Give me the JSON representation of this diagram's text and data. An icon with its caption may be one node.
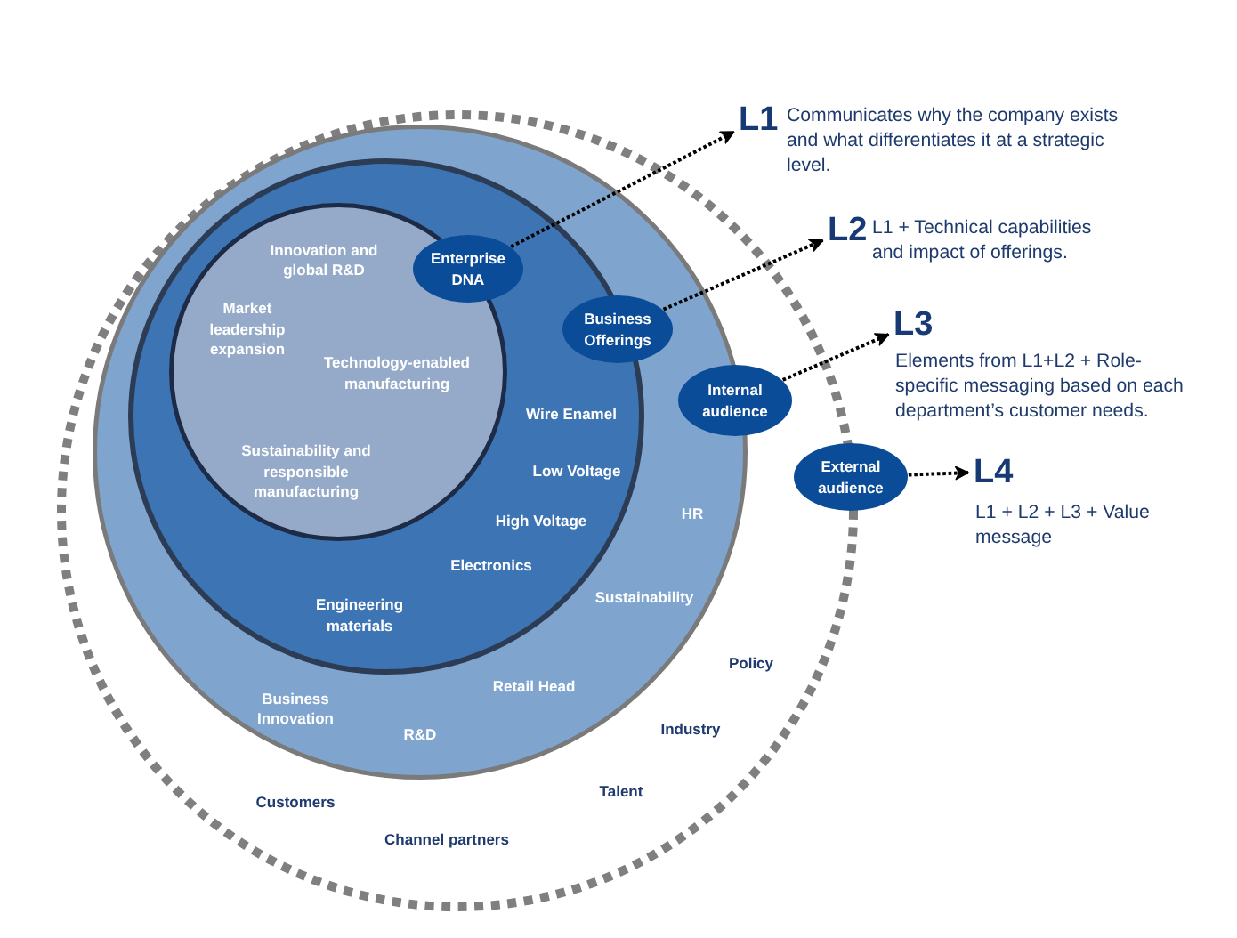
{
  "diagram": {
    "nodes": [
      {
        "text": [
          "Policy",
          "Industry",
          "Talent",
          "Customers",
          "Channel partners"
        ]
      },
      {
        "text": [
          "HR",
          "Sustainability",
          "Retail Head",
          "Business Innovation",
          "R&D"
        ],
        "in": 0
      },
      {
        "text": [
          "Wire Enamel",
          "Low Voltage",
          "High Voltage",
          "Electronics",
          "Engineering materials"
        ],
        "in": 1
      },
      {
        "text": [
          "Innovation and global R&D",
          "Market leadership expansion",
          "Technology-enabled manufacturing",
          "Sustainability and responsible manufacturing"
        ],
        "in": 2
      },
      {
        "text": [
          "Enterprise DNA"
        ],
        "in": 2
      },
      {
        "text": [
          "Business Offerings"
        ],
        "in": 1
      },
      {
        "text": [
          "Internal audience"
        ],
        "in": 0
      },
      {
        "text": [
          "External audience"
        ]
      },
      {
        "text": [
          "L1"
        ],
        "beside": [
          "Communicates why the company exists and what differentiates it at a strategic level."
        ]
      },
      {
        "text": [
          "L2"
        ],
        "beside": [
          "L1 + Technical capabilities and impact of offerings."
        ]
      },
      {
        "text": [
          "L3"
        ],
        "beside": [
          "Elements from L1+L2 + Role-specific messaging based on each department’s customer needs."
        ]
      },
      {
        "text": [
          "L4"
        ],
        "beside": [
          "L1 + L2 + L3 + Value message"
        ]
      }
    ],
    "edges": [
      {
        "from": 4,
        "to": 8,
        "arrow": "to",
        "style": "dashed"
      },
      {
        "from": 5,
        "to": 9,
        "arrow": "to",
        "style": "dashed"
      },
      {
        "from": 6,
        "to": 10,
        "arrow": "to",
        "style": "dashed"
      },
      {
        "from": 7,
        "to": 11,
        "arrow": "to",
        "style": "dashed"
      }
    ]
  }
}
